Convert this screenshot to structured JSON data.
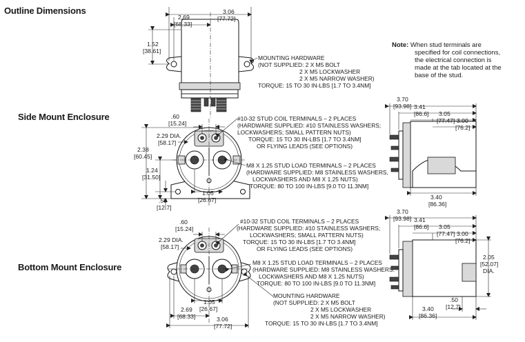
{
  "sections": {
    "outline": "Outline Dimensions",
    "side": "Side Mount Enclosure",
    "bottom": "Bottom Mount Enclosure"
  },
  "note": {
    "label": "Note:",
    "lines": [
      "When stud terminals are",
      "specified for coil connections,",
      "the electrical connection is",
      "made at the tab located at the",
      "base of the stud."
    ]
  },
  "top_view": {
    "dim_a": "2.69",
    "dim_a_mm": "[68.33]",
    "dim_b": "3.06",
    "dim_b_mm": "[77.72]",
    "dim_h": "1.52",
    "dim_h_mm": "[38.61]",
    "mounting_lines": [
      "MOUNTING HARDWARE",
      "(NOT SUPPLIED: 2 X M5 BOLT",
      "2 X M5 LOCKWASHER",
      "2 X M5 NARROW WASHER)",
      "TORQUE: 15 TO 30 IN-LBS [1.7 TO 3.4NM]"
    ]
  },
  "side_front": {
    "d60": ".60",
    "d60_mm": "[15.24]",
    "dia": "2.29 DIA.",
    "dia_mm": "[58.17]",
    "d238": "2.38",
    "d238_mm": "[60.45]",
    "d124": "1.24",
    "d124_mm": "[31.50]",
    "d50": ".50",
    "d50_mm": "[12.7]",
    "d105": "1.05",
    "d105_mm": "[26.67]",
    "coil_lines": [
      "#10-32 STUD COIL TERMINALS – 2 PLACES",
      "(HARDWARE SUPPLIED: #10 STAINLESS WASHERS;",
      "LOCKWASHERS; SMALL PATTERN NUTS)",
      "TORQUE: 15 TO 30 IN-LBS [1.7 TO 3.4NM]",
      "OR FLYING LEADS (SEE OPTIONS)"
    ],
    "load_lines": [
      "M8 X 1.25 STUD LOAD TERMINALS – 2 PLACES",
      "(HARDWARE SUPPLIED: M8 STAINLESS WASHERS,",
      "LOCKWASHERS AND M8 X 1.25 NUTS)",
      "TORQUE: 80 TO 100 IN-LBS [9.0 TO 11.3NM]"
    ]
  },
  "side_profile": {
    "d370": "3.70",
    "d370_mm": "[93.98]",
    "d341": "3.41",
    "d341_mm": "[86.6]",
    "d305": "3.05",
    "d305_mm": "[77.47]",
    "d300": "3.00",
    "d300_mm": "[76.2]",
    "d340": "3.40",
    "d340_mm": "[86.36]"
  },
  "bottom_front": {
    "d60": ".60",
    "d60_mm": "[15.24]",
    "dia": "2.29 DIA.",
    "dia_mm": "[58.17]",
    "d105": "1.05",
    "d105_mm": "[26.67]",
    "d269": "2.69",
    "d269_mm": "[68.33]",
    "d306": "3.06",
    "d306_mm": "[77.72]",
    "coil_lines": [
      "#10-32 STUD COIL TERMINALS – 2 PLACES",
      "(HARDWARE SUPPLIED: #10 STAINLESS WASHERS;",
      "LOCKWASHERS; SMALL PATTERN NUTS)",
      "TORQUE: 15 TO 30 IN-LBS [1.7 TO 3.4NM]",
      "OR FLYING LEADS (SEE OPTIONS)"
    ],
    "load_lines": [
      "M8 X 1.25 STUD LOAD TERMINALS – 2 PLACES",
      "(HARDWARE SUPPLIED: M8 STAINLESS WASHERS.",
      "LOCKWASHERS AND M8 X 1.25 NUTS)",
      "TORQUE: 80 TO 100 IN-LBS [9.0 TO 11.3NM]"
    ],
    "mounting_lines": [
      "MOUNTING HARDWARE",
      "(NOT SUPPLIED: 2 X M5 BOLT",
      "2 X M5 LOCKWASHER",
      "2 X M5 NARROW WASHER)",
      "TORQUE: 15 TO 30 IN-LBS [1.7 TO 3.4NM]"
    ]
  },
  "bottom_profile": {
    "d370": "3.70",
    "d370_mm": "[93.98]",
    "d341": "3.41",
    "d341_mm": "[86.6]",
    "d305": "3.05",
    "d305_mm": "[77.47]",
    "d300": "3.00",
    "d300_mm": "[76.2]",
    "d205": "2.05",
    "d205_mm": "[52.07]",
    "d205_dia": "DIA.",
    "d50": ".50",
    "d50_mm": "[12.7]",
    "d340": "3.40",
    "d340_mm": "[86.36]"
  }
}
